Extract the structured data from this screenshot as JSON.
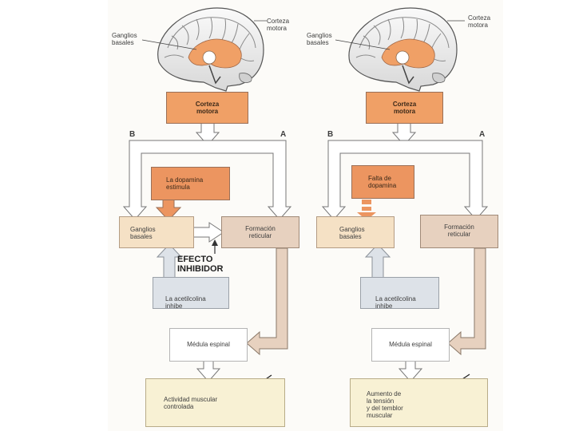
{
  "left": {
    "brain_labels": {
      "cortex": "Corteza\nmotora",
      "basal": "Ganglios\nbasales"
    },
    "cortex_box": "Corteza\nmotora",
    "path_b": "B",
    "path_a": "A",
    "dopamine_box": "La dopamina\nestimula",
    "basal_box": "Ganglios\nbasales",
    "reticular_box": "Formación\nreticular",
    "inhibitor": "EFECTO\nINHIBIDOR",
    "ach_box": "La acetilcolina\ninhibe",
    "spinal_box": "Médula espinal",
    "output_box": "Actividad muscular\ncontrolada"
  },
  "right": {
    "brain_labels": {
      "cortex": "Corteza\nmotora",
      "basal": "Ganglios\nbasales"
    },
    "cortex_box": "Corteza\nmotora",
    "path_b": "B",
    "path_a": "A",
    "dopamine_box": "Falta de\ndopamina",
    "basal_box": "Ganglios\nbasales",
    "reticular_box": "Formación\nreticular",
    "ach_box": "La acetilcolina\ninhibe",
    "spinal_box": "Médula espinal",
    "output_box": "Aumento de\nla tensión\ny del temblor\nmuscular"
  },
  "colors": {
    "orange": "#ec9560",
    "basal": "#f5e1c5",
    "reticular": "#e7d1bf",
    "acetylcholine": "#dde2e8",
    "output": "#f8f1d4"
  }
}
